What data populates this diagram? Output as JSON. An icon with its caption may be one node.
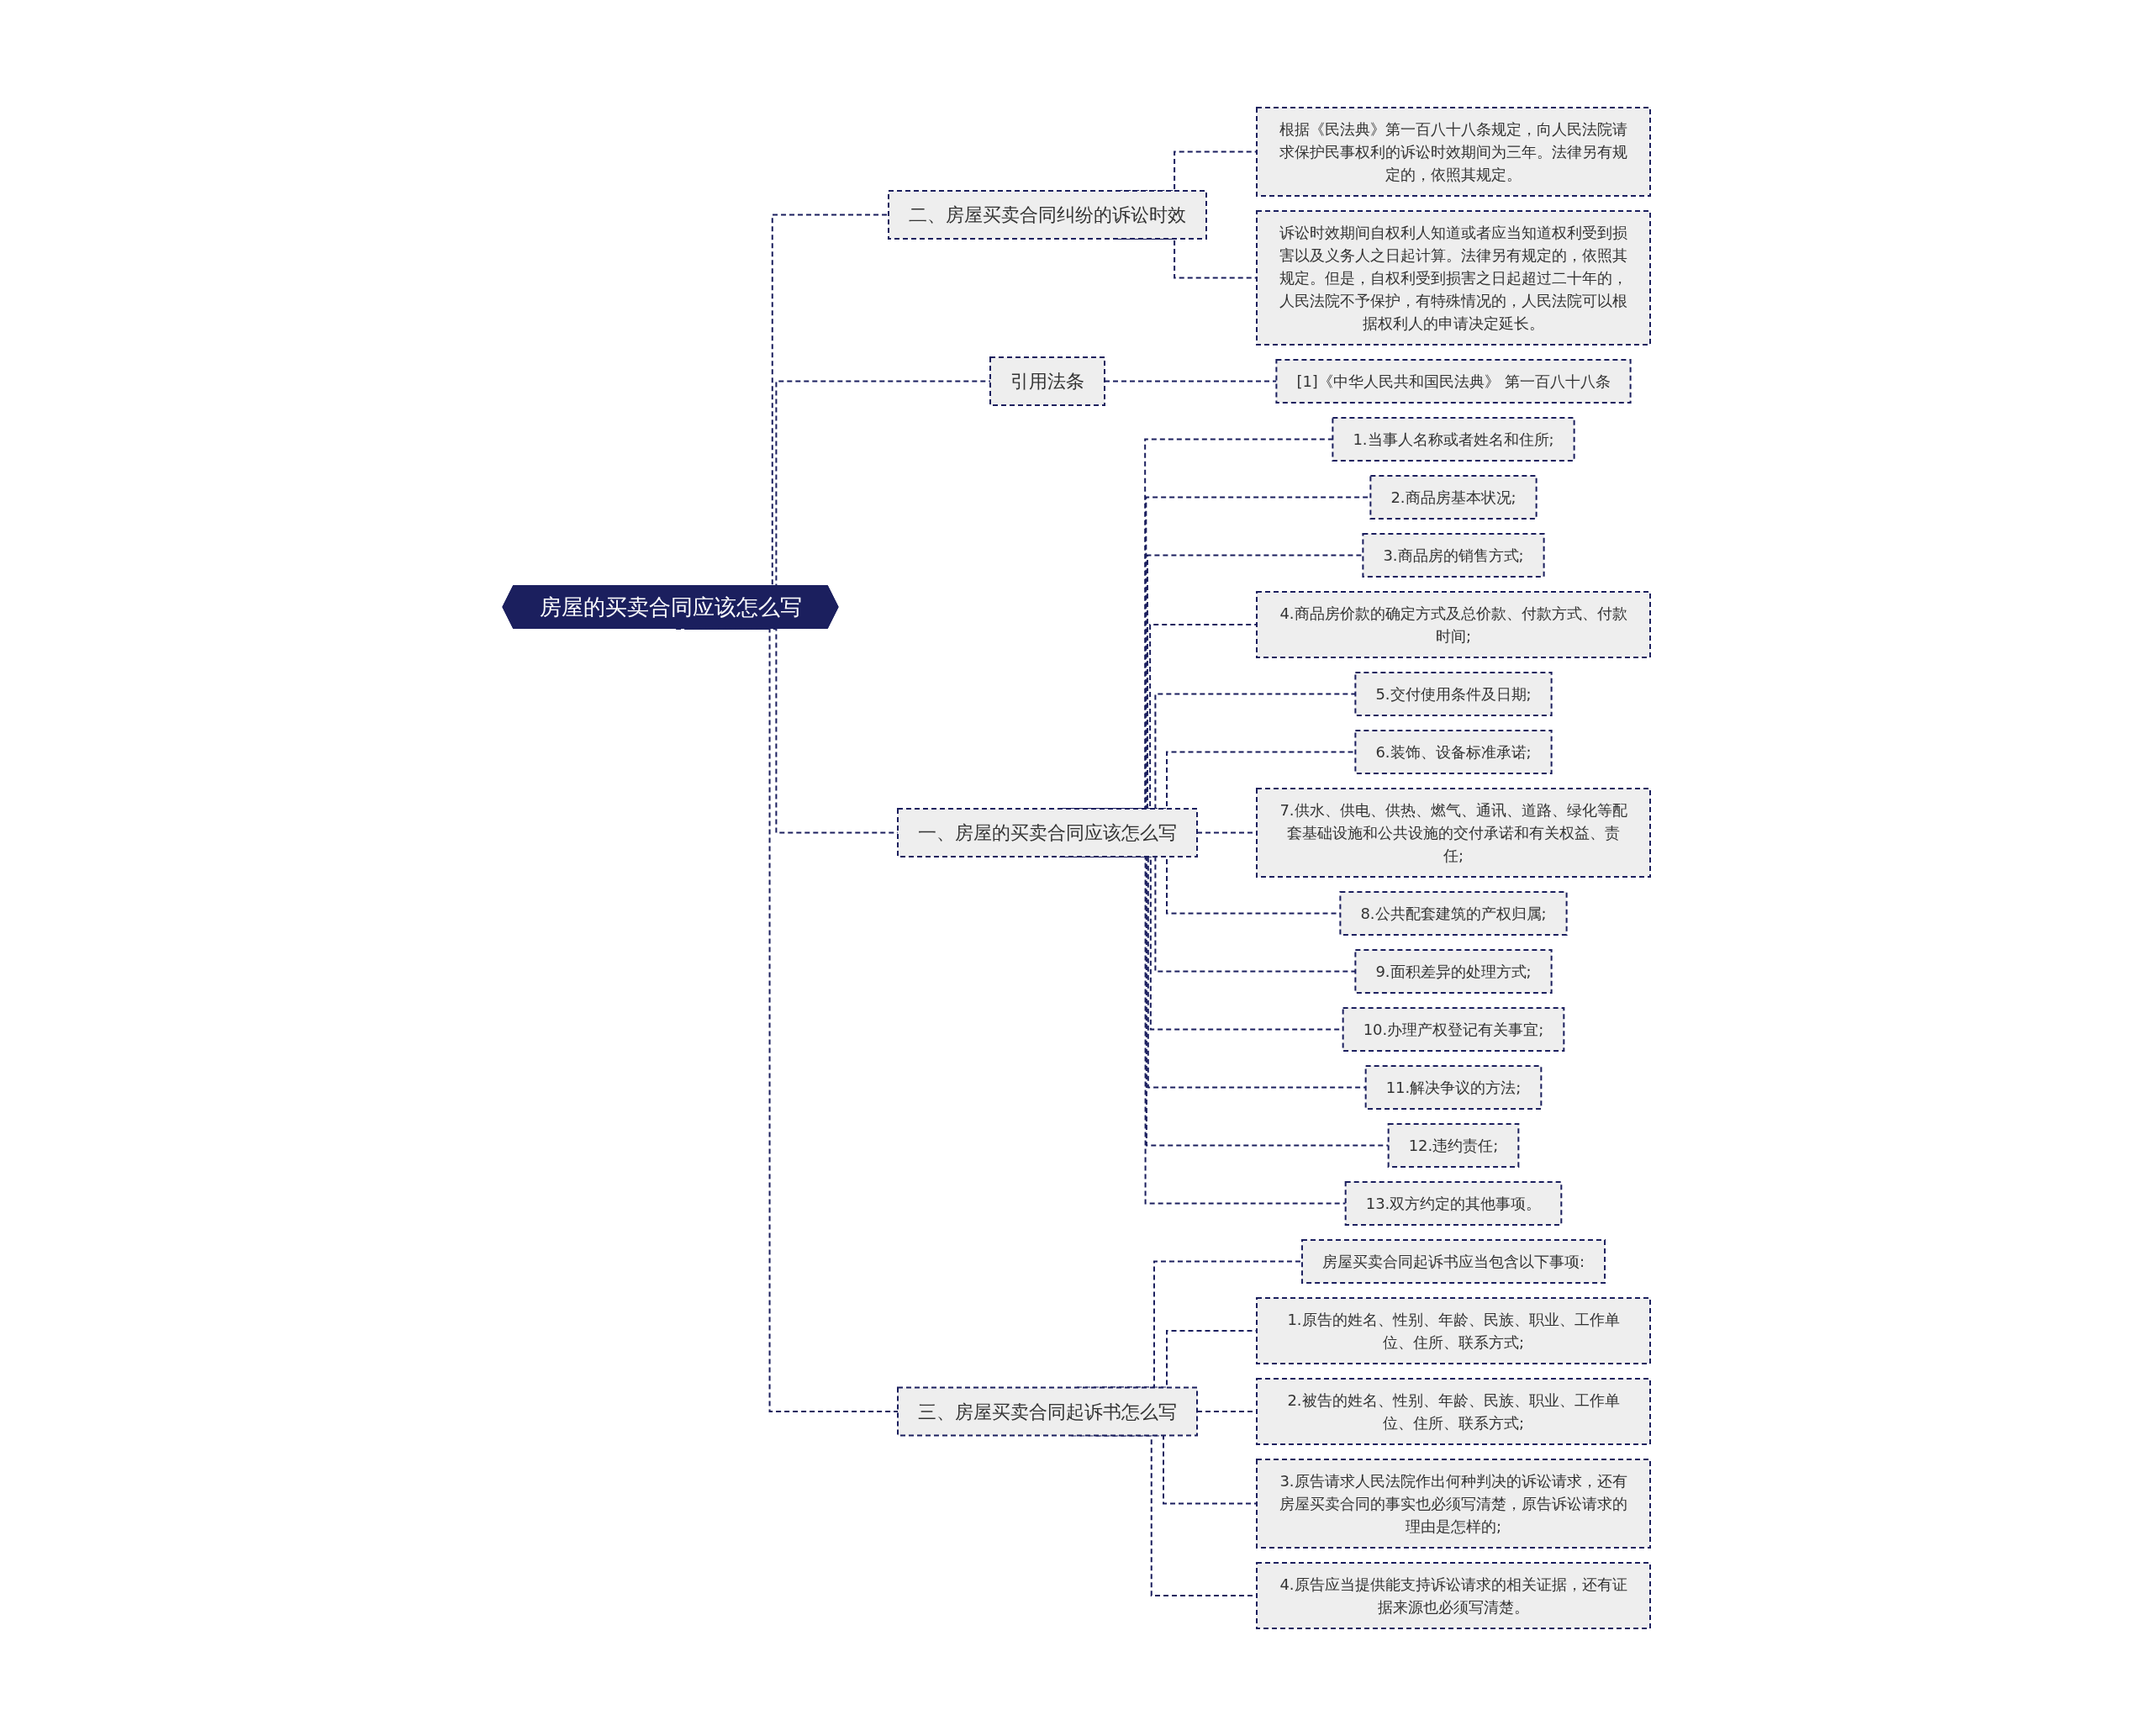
{
  "diagram": {
    "nodes": [
      {
        "text": [
          "房屋的买卖合同应该怎么写"
        ]
      },
      {
        "text": [
          "二、房屋买卖合同纠纷的诉讼时效"
        ]
      },
      {
        "text": [
          "根据《民法典》第一百八十八条规定，向人民法院请求保护民事权利的诉讼时效期间为三年。法律另有规定的，依照其规定。"
        ]
      },
      {
        "text": [
          "诉讼时效期间自权利人知道或者应当知道权利受到损害以及义务人之日起计算。法律另有规定的，依照其规定。但是，自权利受到损害之日起超过二十年的，人民法院不予保护，有特殊情况的，人民法院可以根据权利人的申请决定延长。"
        ]
      },
      {
        "text": [
          "引用法条"
        ]
      },
      {
        "text": [
          "[1]《中华人民共和国民法典》 第一百八十八条"
        ]
      },
      {
        "text": [
          "一、房屋的买卖合同应该怎么写"
        ]
      },
      {
        "text": [
          "1.当事人名称或者姓名和住所;"
        ]
      },
      {
        "text": [
          "2.商品房基本状况;"
        ]
      },
      {
        "text": [
          "3.商品房的销售方式;"
        ]
      },
      {
        "text": [
          "4.商品房价款的确定方式及总价款、付款方式、付款时间;"
        ]
      },
      {
        "text": [
          "5.交付使用条件及日期;"
        ]
      },
      {
        "text": [
          "6.装饰、设备标准承诺;"
        ]
      },
      {
        "text": [
          "7.供水、供电、供热、燃气、通讯、道路、绿化等配套基础设施和公共设施的交付承诺和有关权益、责任;"
        ]
      },
      {
        "text": [
          "8.公共配套建筑的产权归属;"
        ]
      },
      {
        "text": [
          "9.面积差异的处理方式;"
        ]
      },
      {
        "text": [
          "10.办理产权登记有关事宜;"
        ]
      },
      {
        "text": [
          "11.解决争议的方法;"
        ]
      },
      {
        "text": [
          "12.违约责任;"
        ]
      },
      {
        "text": [
          "13.双方约定的其他事项。"
        ]
      },
      {
        "text": [
          "三、房屋买卖合同起诉书怎么写"
        ]
      },
      {
        "text": [
          "房屋买卖合同起诉书应当包含以下事项:"
        ]
      },
      {
        "text": [
          "1.原告的姓名、性别、年龄、民族、职业、工作单位、住所、联系方式;"
        ]
      },
      {
        "text": [
          "2.被告的姓名、性别、年龄、民族、职业、工作单位、住所、联系方式;"
        ]
      },
      {
        "text": [
          "3.原告请求人民法院作出何种判决的诉讼请求，还有房屋买卖合同的事实也必须写清楚，原告诉讼请求的理由是怎样的;"
        ]
      },
      {
        "text": [
          "4.原告应当提供能支持诉讼请求的相关证据，还有证据来源也必须写清楚。"
        ]
      }
    ],
    "edges": [
      {
        "from": 0,
        "to": 1,
        "arrow": "none",
        "style": "dashed"
      },
      {
        "from": 1,
        "to": 2,
        "arrow": "none",
        "style": "dashed"
      },
      {
        "from": 1,
        "to": 3,
        "arrow": "none",
        "style": "dashed"
      },
      {
        "from": 0,
        "to": 4,
        "arrow": "none",
        "style": "dashed"
      },
      {
        "from": 4,
        "to": 5,
        "arrow": "none",
        "style": "dashed"
      },
      {
        "from": 0,
        "to": 6,
        "arrow": "none",
        "style": "dashed"
      },
      {
        "from": 6,
        "to": 7,
        "arrow": "none",
        "style": "dashed"
      },
      {
        "from": 6,
        "to": 8,
        "arrow": "none",
        "style": "dashed"
      },
      {
        "from": 6,
        "to": 9,
        "arrow": "none",
        "style": "dashed"
      },
      {
        "from": 6,
        "to": 10,
        "arrow": "none",
        "style": "dashed"
      },
      {
        "from": 6,
        "to": 11,
        "arrow": "none",
        "style": "dashed"
      },
      {
        "from": 6,
        "to": 12,
        "arrow": "none",
        "style": "dashed"
      },
      {
        "from": 6,
        "to": 13,
        "arrow": "none",
        "style": "dashed"
      },
      {
        "from": 6,
        "to": 14,
        "arrow": "none",
        "style": "dashed"
      },
      {
        "from": 6,
        "to": 15,
        "arrow": "none",
        "style": "dashed"
      },
      {
        "from": 6,
        "to": 16,
        "arrow": "none",
        "style": "dashed"
      },
      {
        "from": 6,
        "to": 17,
        "arrow": "none",
        "style": "dashed"
      },
      {
        "from": 6,
        "to": 18,
        "arrow": "none",
        "style": "dashed"
      },
      {
        "from": 6,
        "to": 19,
        "arrow": "none",
        "style": "dashed"
      },
      {
        "from": 0,
        "to": 20,
        "arrow": "none",
        "style": "dashed"
      },
      {
        "from": 20,
        "to": 21,
        "arrow": "none",
        "style": "dashed"
      },
      {
        "from": 20,
        "to": 22,
        "arrow": "none",
        "style": "dashed"
      },
      {
        "from": 20,
        "to": 23,
        "arrow": "none",
        "style": "dashed"
      },
      {
        "from": 20,
        "to": 24,
        "arrow": "none",
        "style": "dashed"
      },
      {
        "from": 20,
        "to": 25,
        "arrow": "none",
        "style": "dashed"
      }
    ]
  }
}
